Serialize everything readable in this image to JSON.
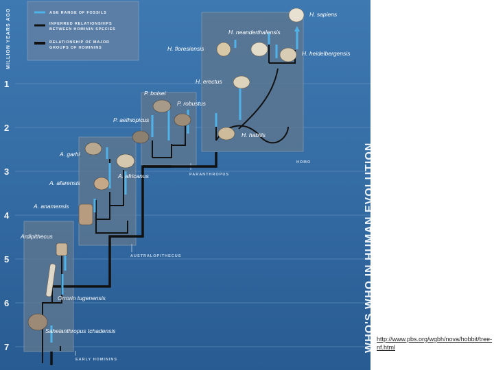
{
  "title": "WHO'S WHO IN HUMAN EVOLUTION",
  "axis_label": "MILLION YEARS AGO",
  "ticks": [
    "1",
    "2",
    "3",
    "4",
    "5",
    "6",
    "7"
  ],
  "legend": {
    "fossils_line1": "AGE RANGE OF FOSSILS",
    "species_line1": "INFERRED RELATIONSHIPS",
    "species_line2": "BETWEEN HOMININ SPECIES",
    "groups_line1": "RELATIONSHIP OF MAJOR",
    "groups_line2": "GROUPS OF HOMININS"
  },
  "groups": {
    "homo": "HOMO",
    "paranthropus": "PARANTHROPUS",
    "australopithecus": "AUSTRALOPITHECUS",
    "early": "EARLY HOMININS"
  },
  "species": {
    "sapiens": "H. sapiens",
    "neanderthalensis": "H. neanderthalensis",
    "floresiensis": "H. floresiensis",
    "heidelbergensis": "H. heidelbergensis",
    "erectus": "H. erectus",
    "habilis": "H. habilis",
    "boisei": "P. boisei",
    "robustus": "P. robustus",
    "aethiopicus": "P. aethiopicus",
    "garhi": "A. garhi",
    "africanus": "A. africanus",
    "afarensis": "A. afarensis",
    "anamensis": "A. anamensis",
    "ardipithecus": "Ardipithecus",
    "orrorin": "Orrorin tugenensis",
    "sahelanthropus": "Sahelanthropus tchadensis"
  },
  "colors": {
    "fossil_range": "#4fb3ea",
    "species_link": "#111111",
    "group_link": "#111111",
    "box": "#5d7690",
    "legend_box": "#5a7ea6"
  },
  "source_url": "http://www.pbs.org/wgbh/nova/hobbit/tree-nf.html"
}
